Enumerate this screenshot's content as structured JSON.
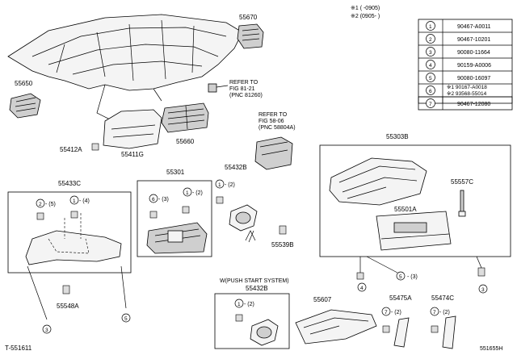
{
  "notes": {
    "note1": "※1 (    -0905)",
    "note2": "※2 (0905-    )"
  },
  "legend": [
    {
      "num": "1",
      "code": "90467-A0011"
    },
    {
      "num": "2",
      "code": "90467-10201"
    },
    {
      "num": "3",
      "code": "90080-11664"
    },
    {
      "num": "4",
      "code": "90159-A0006"
    },
    {
      "num": "5",
      "code": "90080-16097"
    },
    {
      "num": "6",
      "code": "※1 90167-A0018",
      "code2": "※2 93568-55014"
    },
    {
      "num": "7",
      "code": "90467-12080"
    }
  ],
  "labels": {
    "p55670": "55670",
    "p55650": "55650",
    "ref1_a": "REFER TO",
    "ref1_b": "FIG 81-21",
    "ref1_c": "(PNC 81260)",
    "ref2_a": "REFER TO",
    "ref2_b": "FIG 58-06",
    "ref2_c": "(PNC 58804A)",
    "p55660": "55660",
    "p55412A": "55412A",
    "p55411G": "55411G",
    "p55433C": "55433C",
    "p55301": "55301",
    "p55432B": "55432B",
    "p55303B": "55303B",
    "p55557C": "55557C",
    "p55501A": "55501A",
    "p55539B": "55539B",
    "p55548A": "55548A",
    "push_start": "W(PUSH START SYSTEM)",
    "p55432B_2": "55432B",
    "p55607": "55607",
    "p55475A": "55475A",
    "p55474C": "55474C",
    "fig_id": "T-551611",
    "fig_code": "551655H"
  },
  "callouts": {
    "c2_5": "- (5)",
    "c1_4": "- (4)",
    "c6_3": "- (3)",
    "c1_2_a": "- (2)",
    "c1_2_b": "- (2)",
    "c5_3": "- (3)",
    "c1_2_c": "- (2)",
    "c7_2_a": "- (2)",
    "c7_2_b": "- (2)"
  },
  "circle_nums": {
    "n1": "1",
    "n2": "2",
    "n3": "3",
    "n4": "4",
    "n5": "5",
    "n6": "6",
    "n7": "7"
  }
}
